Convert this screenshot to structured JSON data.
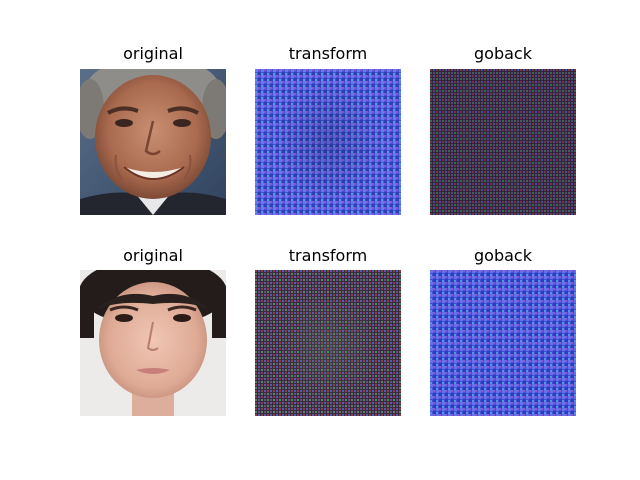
{
  "figure": {
    "rows": [
      {
        "panels": [
          {
            "title": "original",
            "image": "face-photo-smiling-man"
          },
          {
            "title": "transform",
            "image": "noise-pattern-blue"
          },
          {
            "title": "goback",
            "image": "noise-pattern-dark"
          }
        ]
      },
      {
        "panels": [
          {
            "title": "original",
            "image": "face-photo-young-person"
          },
          {
            "title": "transform",
            "image": "noise-pattern-dark"
          },
          {
            "title": "goback",
            "image": "noise-pattern-blue"
          }
        ]
      }
    ]
  }
}
